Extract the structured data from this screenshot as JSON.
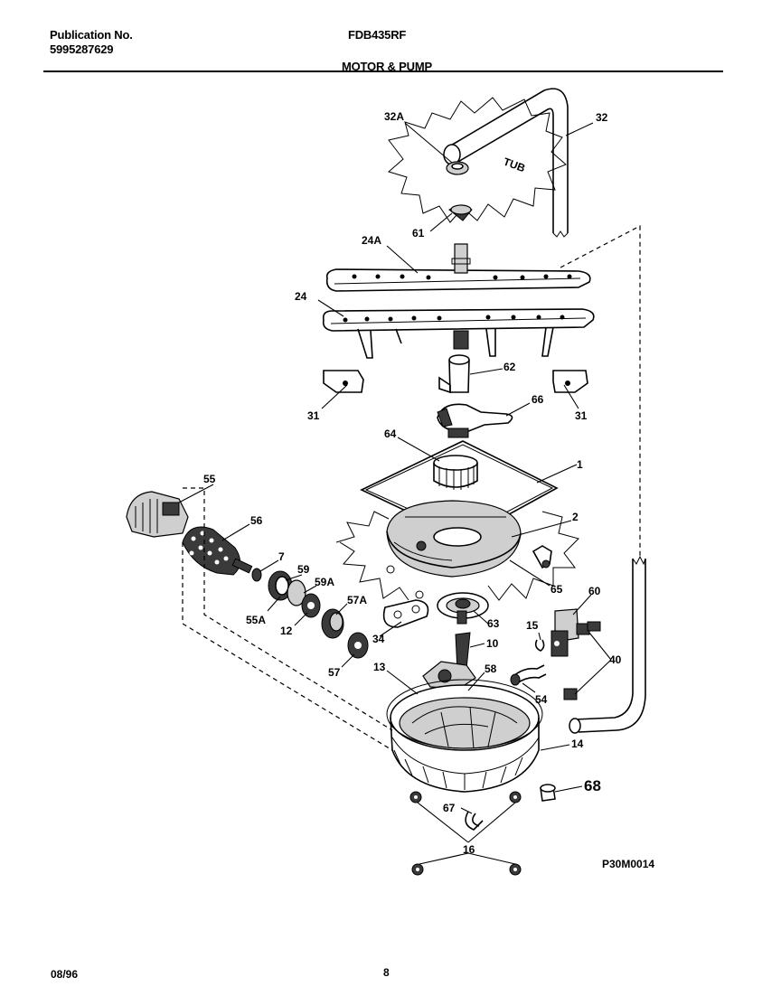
{
  "header": {
    "publication_label": "Publication No.",
    "publication_number": "5995287629",
    "model": "FDB435RF",
    "section_title": "MOTOR & PUMP"
  },
  "diagram": {
    "tub_text": "TUB",
    "drawing_code": "P30M0014",
    "callouts": {
      "c32A": "32A",
      "c32": "32",
      "c61": "61",
      "c24A": "24A",
      "c24": "24",
      "c62": "62",
      "c31L": "31",
      "c31R": "31",
      "c66": "66",
      "c64": "64",
      "c1": "1",
      "c55": "55",
      "c56": "56",
      "c2": "2",
      "c7": "7",
      "c59": "59",
      "c59A": "59A",
      "c65": "65",
      "c55A": "55A",
      "c57A": "57A",
      "c60": "60",
      "c12": "12",
      "c63": "63",
      "c15": "15",
      "c34": "34",
      "c10": "10",
      "c40": "40",
      "c57": "57",
      "c13": "13",
      "c58": "58",
      "c54": "54",
      "c14": "14",
      "c68": "68",
      "c67": "67",
      "c16": "16"
    }
  },
  "footer": {
    "date": "08/96",
    "page": "8"
  }
}
